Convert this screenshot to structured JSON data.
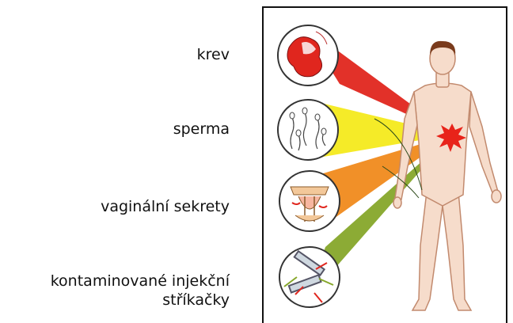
{
  "labels": {
    "blood": "krev",
    "sperm": "sperma",
    "vaginal": "vaginální sekrety",
    "syringe_line1": "kontaminované injekční",
    "syringe_line2": "stříkačky"
  },
  "colors": {
    "blood_beam": "#e0261e",
    "sperm_beam": "#f4ea1c",
    "vaginal_beam": "#f08a1c",
    "syringe_beam": "#86a72a",
    "skin": "#f6dccb",
    "skin_outline": "#c28a6e",
    "hair": "#7a3b1c",
    "burst": "#e8231a"
  },
  "icons": [
    "blood-circle-icon",
    "sperm-circle-icon",
    "vaginal-circle-icon",
    "syringe-circle-icon",
    "human-figure-icon",
    "infection-burst-icon"
  ]
}
